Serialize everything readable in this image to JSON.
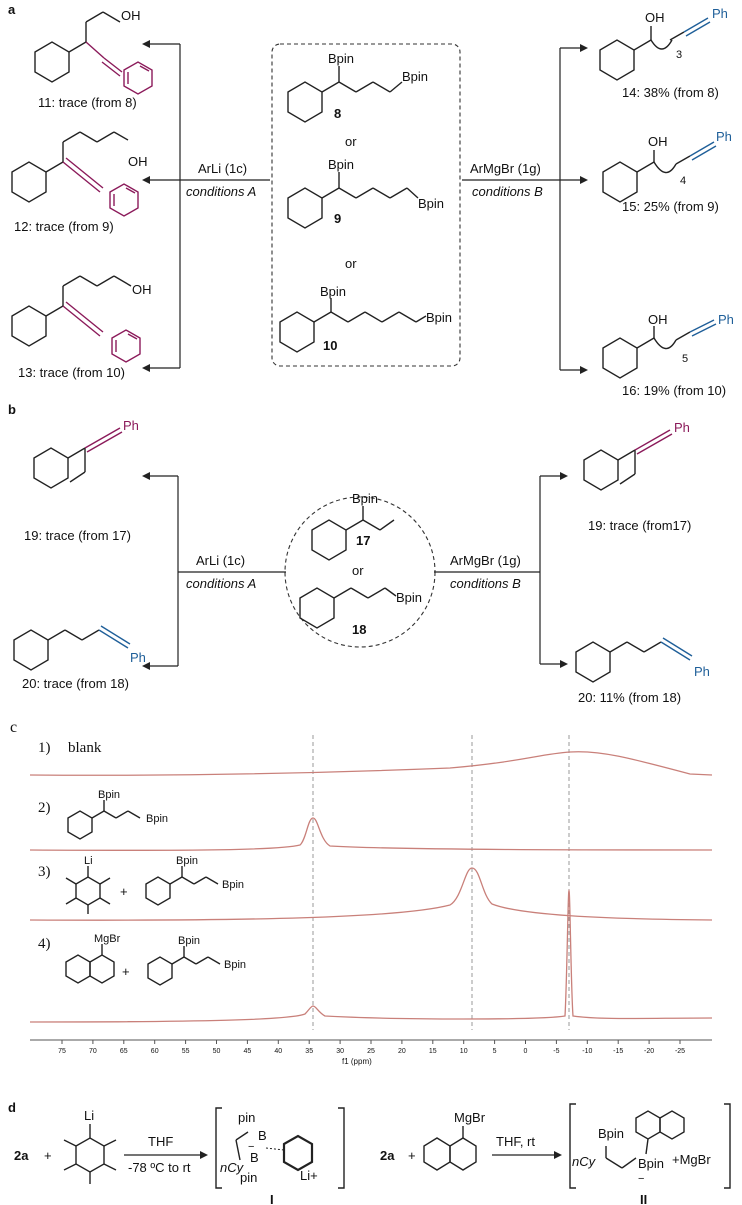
{
  "panel_a": {
    "label": "a",
    "left": {
      "reagent": "ArLi (1c)",
      "conditions": "conditions A",
      "products": [
        {
          "id": "11",
          "sub_ring": "OH",
          "caption": "11: trace (from 8)"
        },
        {
          "id": "12",
          "sub_ring": "OH",
          "caption": "12: trace (from 9)"
        },
        {
          "id": "13",
          "sub_ring": "OH",
          "caption": "13: trace (from 10)"
        }
      ]
    },
    "center": {
      "substrates": [
        {
          "id": "8",
          "groups": [
            "Bpin",
            "Bpin"
          ]
        },
        {
          "id": "9",
          "groups": [
            "Bpin",
            "Bpin"
          ]
        },
        {
          "id": "10",
          "groups": [
            "Bpin",
            "Bpin"
          ]
        }
      ],
      "or": "or"
    },
    "right": {
      "reagent": "ArMgBr (1g)",
      "conditions": "conditions B",
      "products": [
        {
          "id": "14",
          "oh": "OH",
          "ph": "Ph",
          "sub": "3",
          "caption": "14: 38% (from 8)"
        },
        {
          "id": "15",
          "oh": "OH",
          "ph": "Ph",
          "sub": "4",
          "caption": "15: 25% (from 9)"
        },
        {
          "id": "16",
          "oh": "OH",
          "ph": "Ph",
          "sub": "5",
          "caption": "16: 19% (from 10)"
        }
      ]
    }
  },
  "panel_b": {
    "label": "b",
    "left": {
      "reagent": "ArLi (1c)",
      "conditions": "conditions A",
      "products": [
        {
          "ph": "Ph",
          "caption": "19: trace (from 17)"
        },
        {
          "ph": "Ph",
          "caption": "20: trace (from 18)"
        }
      ]
    },
    "center": {
      "s1": "Bpin",
      "s1_id": "17",
      "or": "or",
      "s2": "Bpin",
      "s2_id": "18"
    },
    "right": {
      "reagent": "ArMgBr (1g)",
      "conditions": "conditions B",
      "products": [
        {
          "ph": "Ph",
          "caption": "19: trace (from17)"
        },
        {
          "ph": "Ph",
          "caption": "20: 11% (from 18)"
        }
      ]
    }
  },
  "panel_c": {
    "label": "c",
    "traces": [
      {
        "num": "1)",
        "text": "blank"
      },
      {
        "num": "2)",
        "groups": [
          "Bpin",
          "Bpin"
        ]
      },
      {
        "num": "3)",
        "metal": "Li",
        "plus": "+",
        "groups": [
          "Bpin",
          "Bpin"
        ]
      },
      {
        "num": "4)",
        "metal": "MgBr",
        "plus": "+",
        "groups": [
          "Bpin",
          "Bpin"
        ]
      }
    ],
    "axis_ticks": [
      "75",
      "70",
      "65",
      "60",
      "55",
      "50",
      "45",
      "40",
      "35",
      "30",
      "25",
      "20",
      "15",
      "10",
      "5",
      "0",
      "-5",
      "-10",
      "-15",
      "-20",
      "-25"
    ],
    "axis_label": "f1 (ppm)"
  },
  "panel_d": {
    "label": "d",
    "left": {
      "reactant": "2a",
      "plus": "+",
      "metal": "Li",
      "cond_top": "THF",
      "cond_bottom": "-78 ºC to rt",
      "intermediate": {
        "b1": "B",
        "b2": "B",
        "pin1": "pin",
        "pin2": "pin",
        "cy": "nCy",
        "cation": "Li+",
        "charge": "−",
        "id": "I"
      }
    },
    "right": {
      "reactant": "2a",
      "plus": "+",
      "metal": "MgBr",
      "cond_top": "THF, rt",
      "intermediate": {
        "bpin": "Bpin",
        "b2": "Bpin",
        "cy": "nCy",
        "cation": "+MgBr",
        "charge": "−",
        "id": "II"
      }
    }
  }
}
